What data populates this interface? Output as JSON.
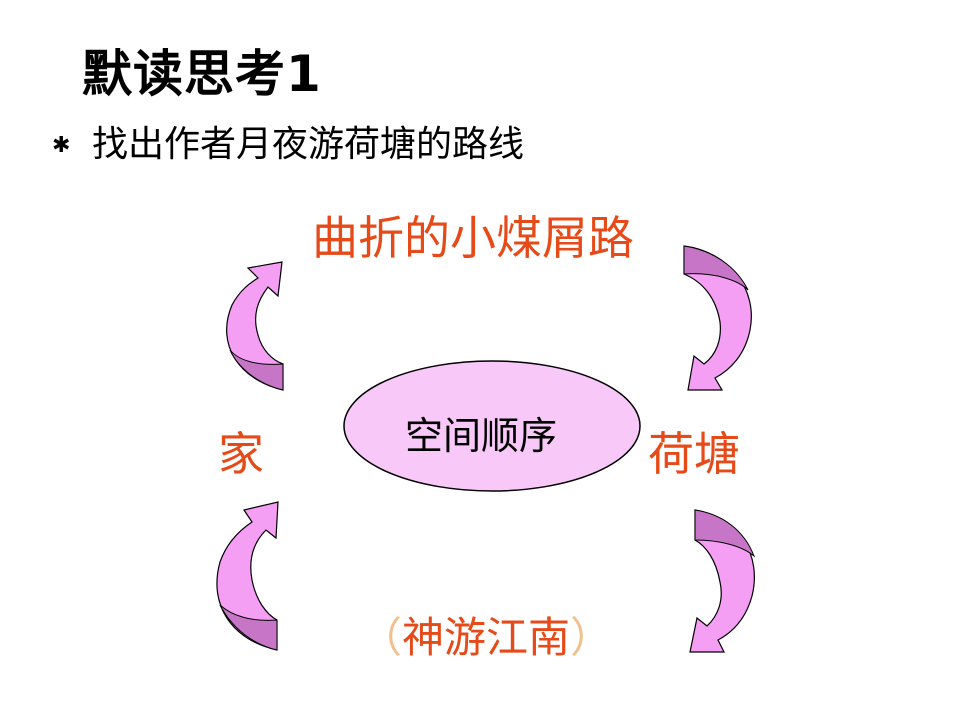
{
  "slide": {
    "title": "默读思考1",
    "bullet_icon": "asterisk-bullet",
    "bullet_text": "找出作者月夜游荷塘的路线"
  },
  "diagram": {
    "top_route": "曲折的小煤屑路",
    "left_place": "家",
    "right_place": "荷塘",
    "center_label": "空间顺序",
    "bottom_paren_open": "（",
    "bottom_route": "神游江南",
    "bottom_paren_close": "）",
    "colors": {
      "route_text": "#e64a19",
      "ellipse_fill": "#f8c8f8",
      "arrow_fill": "#f49ef4",
      "arrow_shadow": "#c776c7"
    }
  }
}
